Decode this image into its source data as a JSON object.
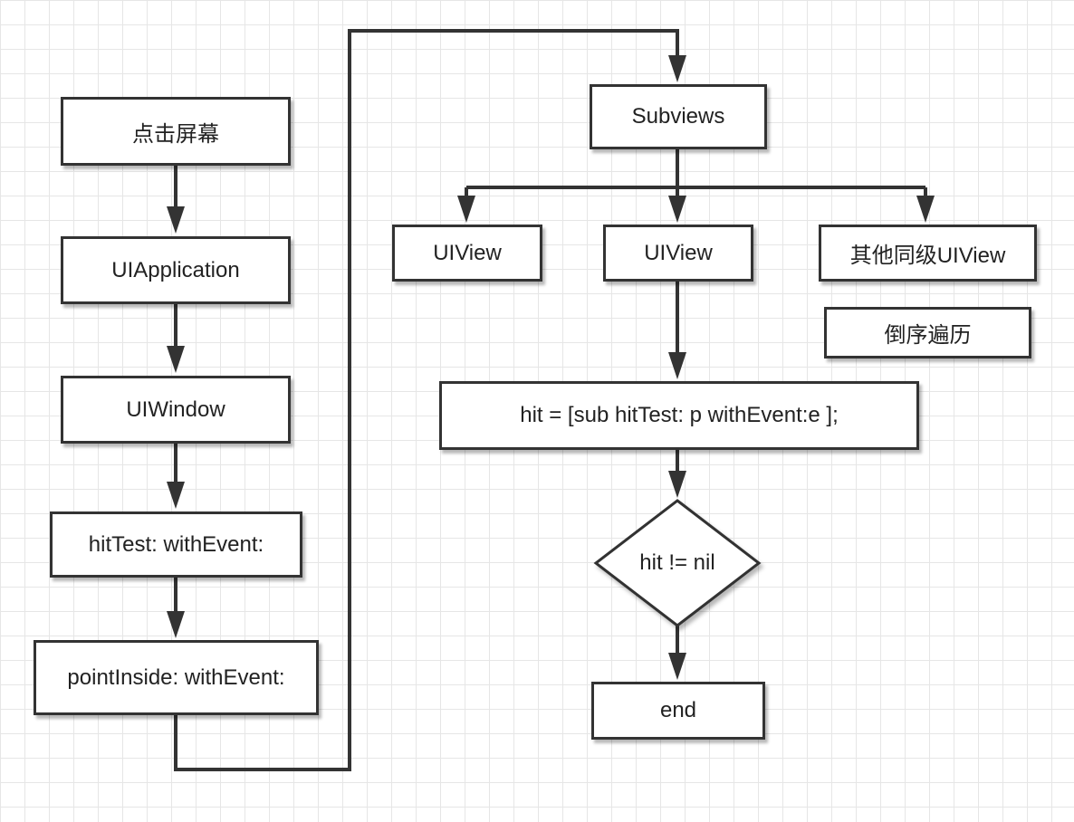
{
  "nodes": {
    "tap_screen": "点击屏幕",
    "ui_application": "UIApplication",
    "ui_window": "UIWindow",
    "hit_test": "hitTest: withEvent:",
    "point_inside": "pointInside: withEvent:",
    "subviews": "Subviews",
    "uiview_1": "UIView",
    "uiview_2": "UIView",
    "other_uiview": "其他同级UIView",
    "reverse_traverse": "倒序遍历",
    "hit_call": "hit = [sub hitTest: p withEvent:e ];",
    "hit_check": "hit != nil",
    "end": "end"
  },
  "colors": {
    "stroke": "#333333",
    "grid": "#e6e6e6",
    "background": "#ffffff"
  }
}
